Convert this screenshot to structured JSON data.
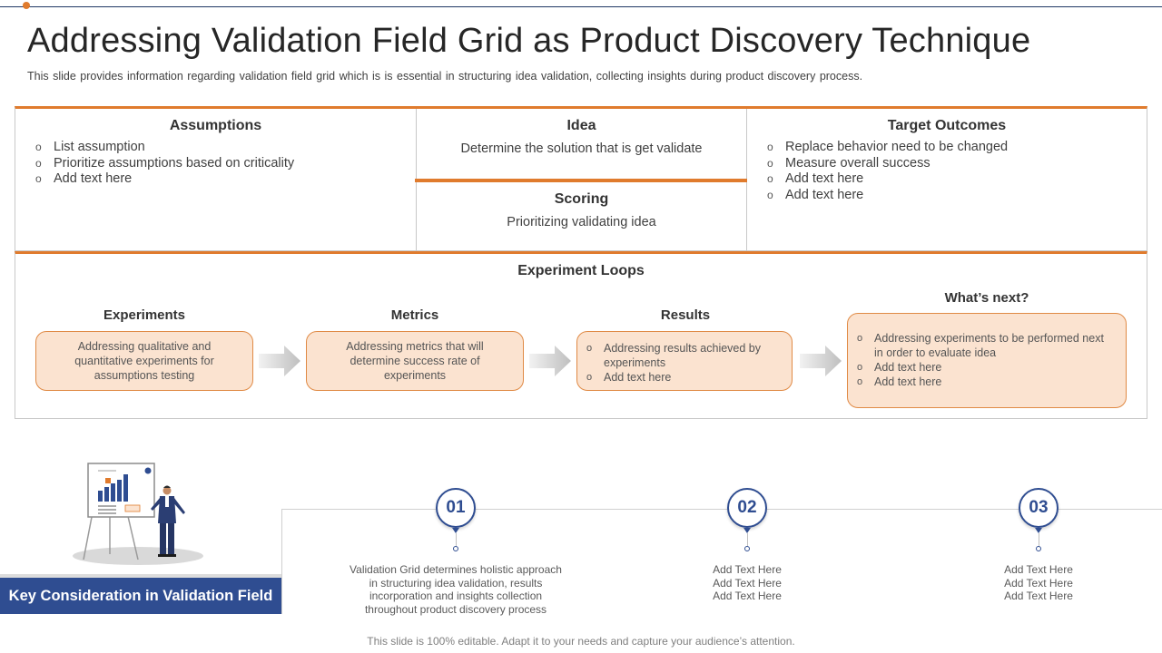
{
  "title": "Addressing Validation Field Grid as Product Discovery Technique",
  "subtitle": "This slide provides information regarding validation field grid which is is essential in structuring idea validation, collecting insights during product discovery process.",
  "grid": {
    "assumptions": {
      "heading": "Assumptions",
      "items": [
        "List assumption",
        "Prioritize assumptions based on criticality",
        "Add text here"
      ]
    },
    "idea": {
      "heading": "Idea",
      "text": "Determine the solution that is get validate"
    },
    "scoring": {
      "heading": "Scoring",
      "text": "Prioritizing validating idea"
    },
    "target_outcomes": {
      "heading": "Target Outcomes",
      "items": [
        "Replace behavior need to be changed",
        "Measure overall success",
        "Add text here",
        "Add text here"
      ]
    }
  },
  "experiment_loops": {
    "title": "Experiment Loops",
    "experiments": {
      "label": "Experiments",
      "text": "Addressing qualitative and quantitative experiments for assumptions testing"
    },
    "metrics": {
      "label": "Metrics",
      "text": "Addressing metrics that will determine success rate of experiments"
    },
    "results": {
      "label": "Results",
      "items": [
        "Addressing results achieved by experiments",
        "Add text here"
      ]
    },
    "whats_next": {
      "label": "What’s next?",
      "items": [
        "Addressing experiments to be performed next in order to evaluate  idea",
        "Add text here",
        "Add text here"
      ]
    }
  },
  "key_consideration": {
    "banner": "Key Consideration in Validation Field",
    "points": [
      {
        "number": "01",
        "text": "Validation Grid determines holistic approach in structuring idea validation, results incorporation and insights collection throughout product discovery process"
      },
      {
        "number": "02",
        "text": "Add Text Here\nAdd Text Here\nAdd Text Here"
      },
      {
        "number": "03",
        "text": "Add Text Here\nAdd Text Here\nAdd Text Here"
      }
    ]
  },
  "footer": "This slide is 100% editable. Adapt it to your needs and capture your audience’s attention.",
  "colors": {
    "accent_orange": "#e07b2d",
    "box_fill": "#fbe3d0",
    "navy": "#2f4d91"
  },
  "icons": {
    "figure": "presenter-with-chart-board-icon",
    "arrows": "right-arrow-icon"
  }
}
